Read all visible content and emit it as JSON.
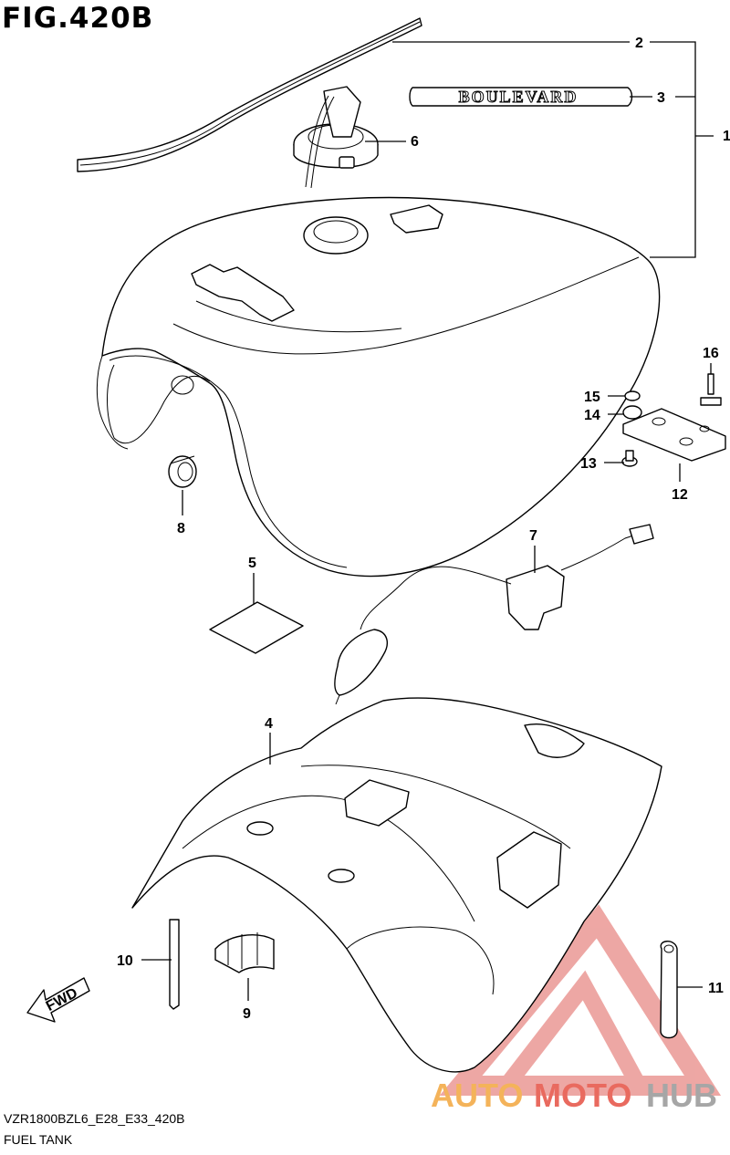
{
  "figure": {
    "title": "FIG.420B",
    "model_code": "VZR1800BZL6_E28_E33_420B",
    "name": "FUEL TANK"
  },
  "emblem_text": "BOULEVARD",
  "fwd_label": "FWD",
  "watermark": {
    "part1": "AUTO",
    "part2": "MOTO",
    "part3": "HUB",
    "color1": "#f4b35a",
    "color2": "#e96a5f",
    "color3": "#a6a6a6",
    "triangle_color": "#e88a86"
  },
  "callouts": [
    "1",
    "2",
    "3",
    "4",
    "5",
    "6",
    "7",
    "8",
    "9",
    "10",
    "11",
    "12",
    "13",
    "14",
    "15",
    "16"
  ]
}
